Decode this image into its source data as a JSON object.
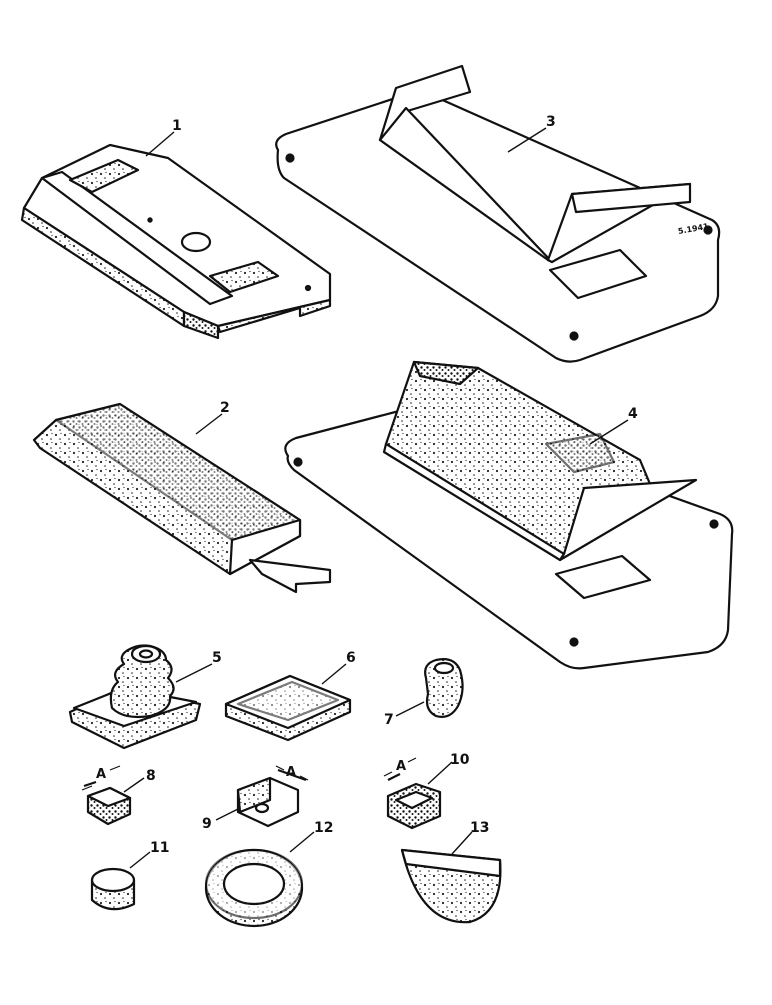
{
  "callouts": [
    {
      "label": "1"
    },
    {
      "label": "2"
    },
    {
      "label": "3"
    },
    {
      "label": "4"
    },
    {
      "label": "5"
    },
    {
      "label": "6"
    },
    {
      "label": "7"
    },
    {
      "label": "8"
    },
    {
      "label": "9"
    },
    {
      "label": "10"
    },
    {
      "label": "11"
    },
    {
      "label": "12"
    },
    {
      "label": "13"
    }
  ],
  "dimension_labels": [
    "A",
    "A",
    "A"
  ],
  "corner_code": "5.1941"
}
